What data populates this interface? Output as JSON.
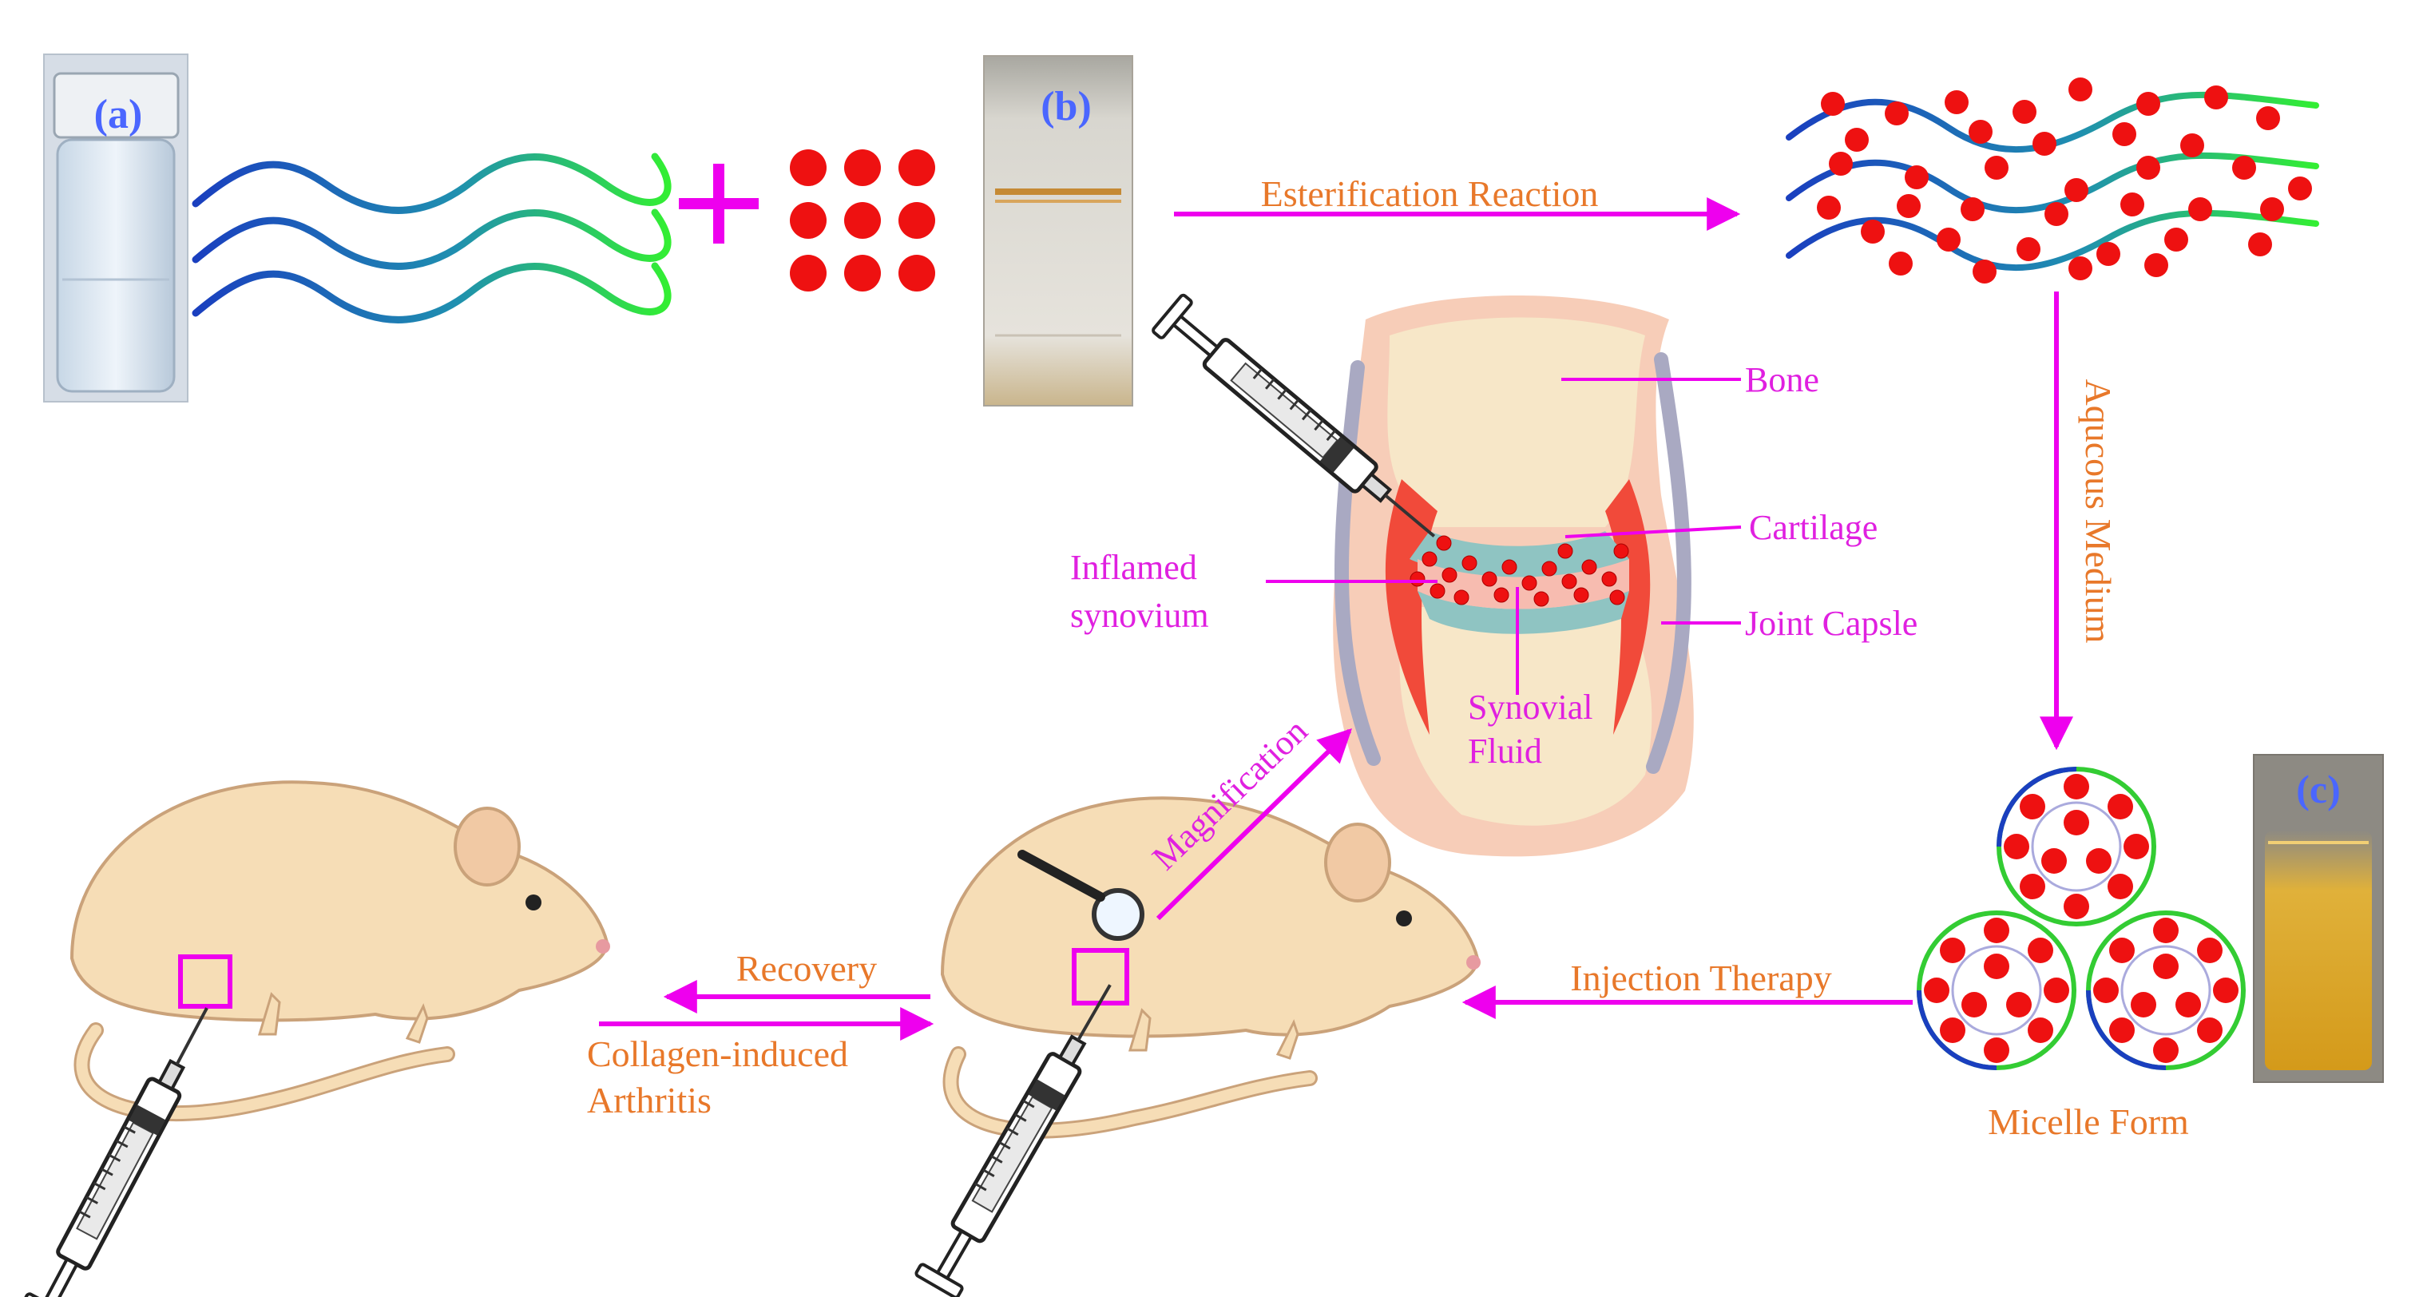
{
  "vials": {
    "a": {
      "tag": "(a)"
    },
    "b": {
      "tag": "(b)"
    },
    "c": {
      "tag": "(c)"
    }
  },
  "flow": {
    "esterification": "Esterification Reaction",
    "aqueous": "Aqucous Medium",
    "micelle": "Micelle Form",
    "injection": "Injection Therapy",
    "recovery": "Recovery",
    "cia_line1": "Collagen-induced",
    "cia_line2": "Arthritis",
    "magnification": "Magnification"
  },
  "joint": {
    "bone": "Bone",
    "cartilage": "Cartilage",
    "capsule": "Joint Capsle",
    "synovium_line1": "Inflamed",
    "synovium_line2": "synovium",
    "fluid_line1": "Synovial",
    "fluid_line2": "Fluid"
  },
  "colors": {
    "arrow": "#ee00ee",
    "orange_label": "#e8782a",
    "magenta_label": "#e020e0",
    "vial_tag": "#4a66ff",
    "dot_red": "#ee1111",
    "chain_blue": "#1a3fbf",
    "chain_green": "#33dd33",
    "rat_body": "#f6ddb6",
    "rat_outline": "#caa27a",
    "joint_skin": "#f7cdb8",
    "bone": "#f7e7c8",
    "inflamed": "#f14a3a",
    "cartilage": "#8fc4c2"
  }
}
